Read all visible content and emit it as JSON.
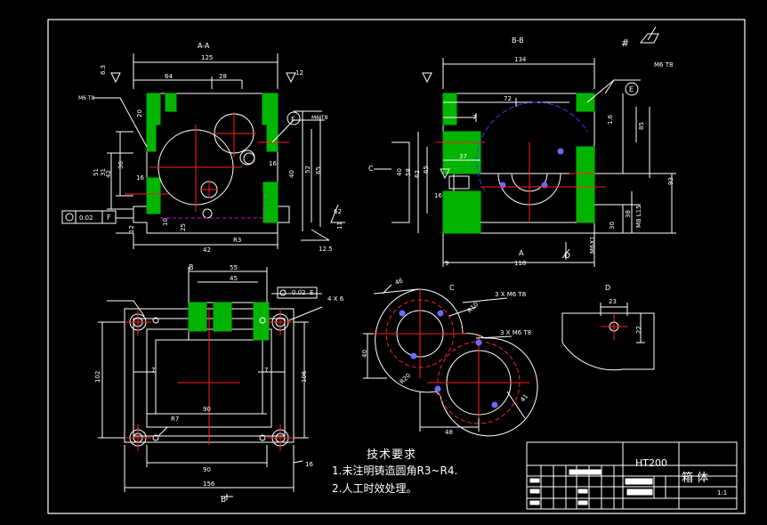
{
  "colors": {
    "background": "#000000",
    "line": "#ffffff",
    "green_fill": "#00b400",
    "red_center": "#ff2020",
    "magenta_hidden": "#d400d4",
    "blue_arc": "#3a3aff",
    "hole_blue": "#6a6aff"
  },
  "view_labels": {
    "aa": "A-A",
    "bb": "B-B",
    "b": "B",
    "c": "C",
    "d": "D",
    "arrow_c": "C",
    "arrow_a": "A",
    "arrow_d": "D",
    "arrow_b": "B"
  },
  "view_aa": {
    "dims": [
      "125",
      "64",
      "28",
      "12",
      "6.3",
      "20",
      "51",
      "31",
      "42",
      "30",
      "16",
      "12",
      "10",
      "25",
      "11",
      "42",
      "40",
      "52",
      "65",
      "62",
      "R3",
      "12.5",
      "16",
      "0.02"
    ],
    "datum": "F",
    "leader_note": "M6 T8",
    "leader_note2": "M6 T8"
  },
  "view_bb": {
    "dims": [
      "134",
      "72",
      "7",
      "37",
      "40",
      "58",
      "62",
      "65",
      "16",
      "85",
      "93",
      "38",
      "30",
      "118",
      "9",
      "A",
      "M6 T8",
      "M6X1",
      "M8 L15",
      "1.6"
    ],
    "datum": "E"
  },
  "view_b": {
    "dims": [
      "55",
      "45",
      "7",
      "7",
      "90",
      "90",
      "156",
      "R7",
      "16",
      "102",
      "106",
      "4 X 6",
      "0.02",
      "E"
    ]
  },
  "view_c": {
    "dims": [
      "46",
      "3 X M6 T8",
      "R10",
      "3 X M6 T8",
      "40",
      "R20",
      "48",
      "41"
    ]
  },
  "view_d": {
    "dims": [
      "23",
      "22"
    ]
  },
  "top_right_symbol": "#",
  "tech_requirements": {
    "title": "技术要求",
    "line1": "1.未注明铸造圆角R3~R4.",
    "line2": "2.人工时效处理。"
  },
  "title_block": {
    "material": "HT200",
    "part_name": "箱  体",
    "scale": "1:1"
  }
}
